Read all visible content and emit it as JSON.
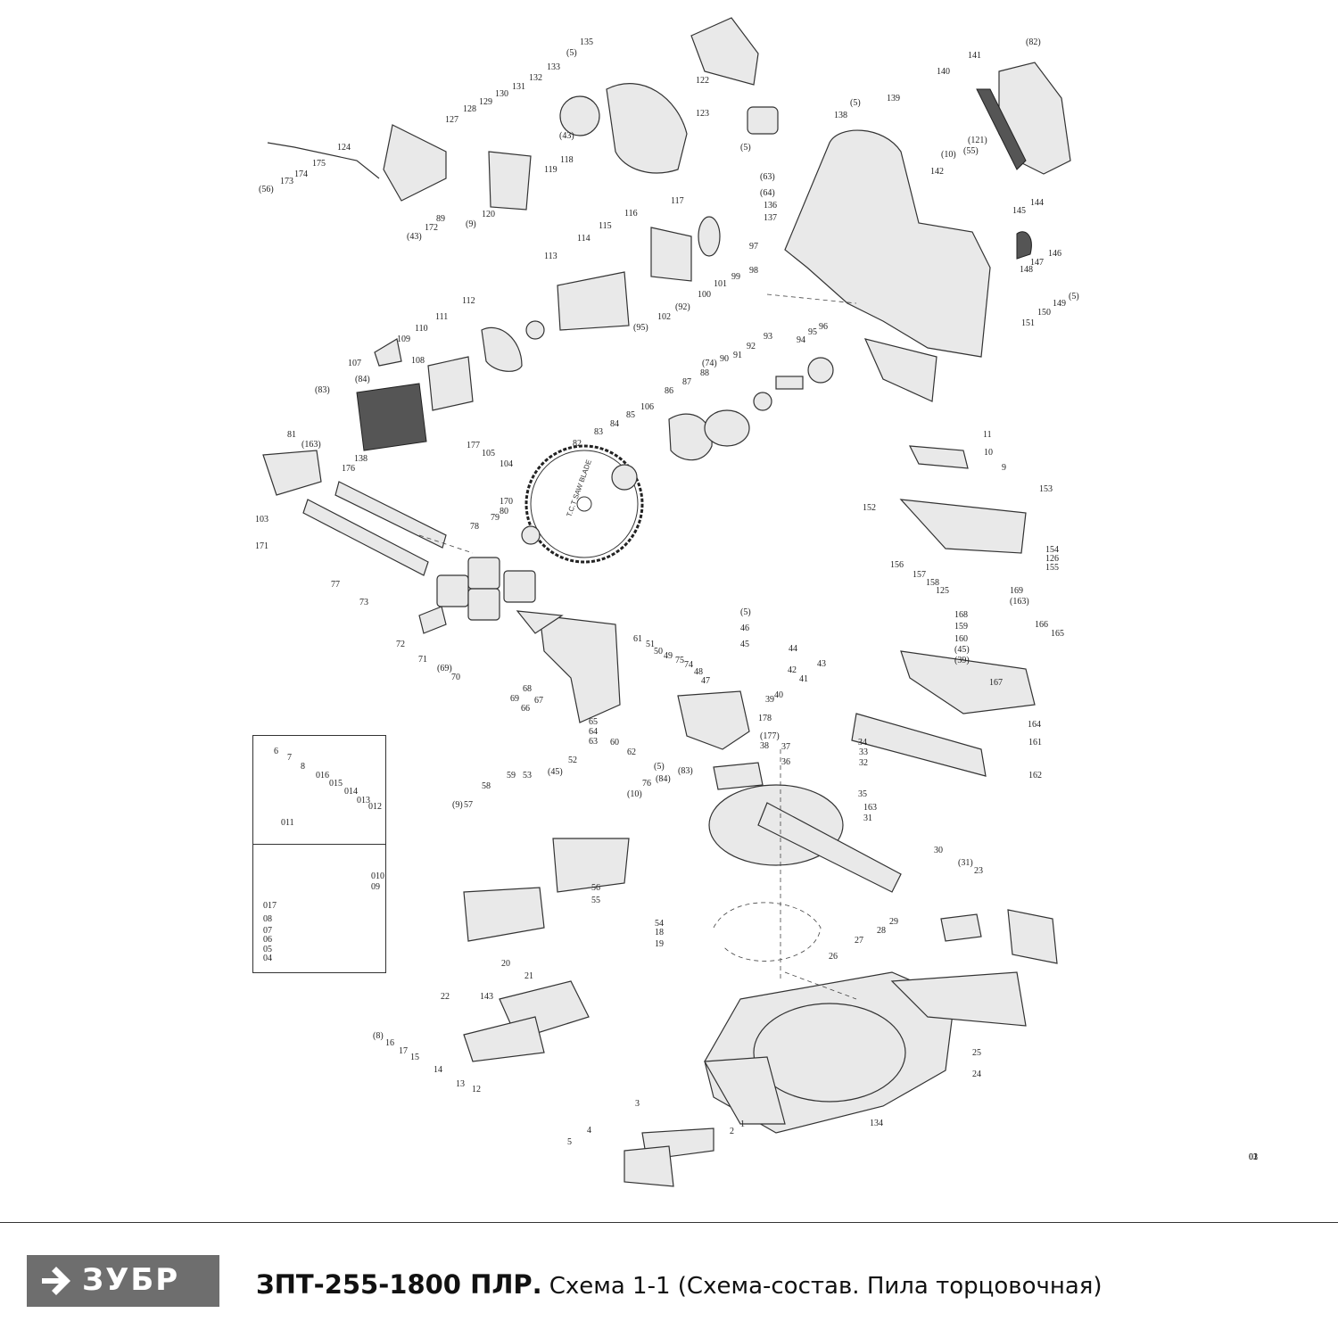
{
  "footer": {
    "brand": "ЗУБР",
    "model": "ЗПТ-255-1800 ПЛР.",
    "description": "Схема 1-1 (Схема-состав. Пила торцовочная)",
    "logo_color": "#6e6e6e"
  },
  "diagram": {
    "blade_text": "T.C.T SAW BLADE",
    "labels": [
      "135",
      "(5)",
      "133",
      "132",
      "131",
      "130",
      "129",
      "128",
      "127",
      "(43)",
      "119",
      "118",
      "120",
      "(9)",
      "89",
      "172",
      "(43)",
      "124",
      "175",
      "174",
      "173",
      "(56)",
      "122",
      "123",
      "(5)",
      "(82)",
      "141",
      "140",
      "139",
      "(5)",
      "138",
      "(121)",
      "(55)",
      "(10)",
      "142",
      "(63)",
      "(64)",
      "136",
      "137",
      "117",
      "116",
      "115",
      "114",
      "113",
      "97",
      "98",
      "99",
      "101",
      "100",
      "(92)",
      "102",
      "(95)",
      "93",
      "92",
      "91",
      "90",
      "(74)",
      "88",
      "87",
      "86",
      "94",
      "95",
      "96",
      "144",
      "145",
      "146",
      "147",
      "148",
      "(5)",
      "149",
      "150",
      "151",
      "112",
      "111",
      "110",
      "109",
      "108",
      "107",
      "(84)",
      "(83)",
      "106",
      "85",
      "84",
      "83",
      "82",
      "81",
      "(163)",
      "138",
      "176",
      "177",
      "105",
      "104",
      "103",
      "171",
      "170",
      "80",
      "79",
      "78",
      "77",
      "73",
      "72",
      "71",
      "(69)",
      "70",
      "69",
      "68",
      "67",
      "66",
      "65",
      "64",
      "63",
      "60",
      "62",
      "61",
      "51",
      "50",
      "49",
      "75",
      "74",
      "48",
      "47",
      "(5)",
      "46",
      "45",
      "44",
      "43",
      "42",
      "41",
      "40",
      "39",
      "178",
      "(177)",
      "38",
      "37",
      "36",
      "35",
      "34",
      "33",
      "32",
      "(5)",
      "(83)",
      "(84)",
      "76",
      "(10)",
      "52",
      "(45)",
      "53",
      "59",
      "58",
      "57",
      "(9)",
      "56",
      "55",
      "54",
      "18",
      "19",
      "20",
      "21",
      "22",
      "143",
      "(8)",
      "16",
      "17",
      "15",
      "14",
      "13",
      "12",
      "11",
      "10",
      "9",
      "152",
      "153",
      "154",
      "126",
      "155",
      "156",
      "157",
      "158",
      "125",
      "169",
      "(163)",
      "168",
      "159",
      "160",
      "(45)",
      "(39)",
      "167",
      "166",
      "165",
      "164",
      "161",
      "162",
      "163",
      "31",
      "30",
      "(31)",
      "23",
      "29",
      "28",
      "27",
      "26",
      "25",
      "24",
      "134",
      "1",
      "2",
      "3",
      "4",
      "5",
      "6",
      "7",
      "8",
      "016",
      "015",
      "014",
      "013",
      "012",
      "011",
      "010",
      "09",
      "017",
      "08",
      "07",
      "06",
      "05",
      "04",
      "03",
      "02",
      "01"
    ]
  }
}
